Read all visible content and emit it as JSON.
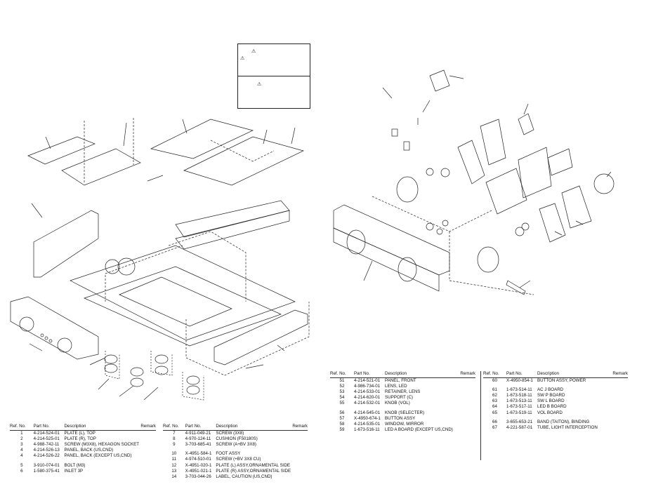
{
  "note_box": {
    "symbol": "⚠"
  },
  "tables": {
    "columns": {
      "ref": "Ref. No.",
      "part": "Part No.",
      "desc": "Description",
      "remark": "Remark"
    },
    "left_a": [
      {
        "ref": "1",
        "part": "4-214-524-01",
        "desc": "PLATE (L), TOP"
      },
      {
        "ref": "2",
        "part": "4-214-525-01",
        "desc": "PLATE (R), TOP"
      },
      {
        "ref": "3",
        "part": "4-988-742-11",
        "desc": "SCREW (M3X8), HEXAGON SOCKET"
      },
      {
        "ref": "4",
        "part": "4-214-526-13",
        "desc": "PANEL, BACK (US,CND)"
      },
      {
        "ref": "4",
        "part": "4-214-526-22",
        "desc": "PANEL, BACK (EXCEPT US,CND)"
      },
      {
        "gap": true
      },
      {
        "ref": "5",
        "part": "3-910-074-01",
        "desc": "BOLT (M3)"
      },
      {
        "ref": "6",
        "part": "1-580-375-41",
        "desc": "INLET 3P"
      }
    ],
    "left_b": [
      {
        "ref": "7",
        "part": "4-911-049-21",
        "desc": "SCREW (3X8)"
      },
      {
        "ref": "8",
        "part": "4-970-124-11",
        "desc": "CUSHION (F50180S)"
      },
      {
        "ref": "9",
        "part": "3-703-685-41",
        "desc": "SCREW (A+BV 3X8)"
      },
      {
        "gap": true
      },
      {
        "ref": "10",
        "part": "X-4951-584-1",
        "desc": "FOOT ASSY"
      },
      {
        "ref": "11",
        "part": "4-974-510-01",
        "desc": "SCREW (+BV 3X8 CU)"
      },
      {
        "ref": "12",
        "part": "X-4951-020-1",
        "desc": "PLATE (L) ASSY,ORNAMENTAL SIDE"
      },
      {
        "ref": "13",
        "part": "X-4951-021-1",
        "desc": "PLATE (R) ASSY,ORNAMENTAL SIDE"
      },
      {
        "ref": "14",
        "part": "3-703-044-26",
        "desc": "LABEL, CAUTION (US,CND)"
      }
    ],
    "right_a": [
      {
        "ref": "51",
        "part": "4-214-521-01",
        "desc": "PANEL, FRONT"
      },
      {
        "ref": "52",
        "part": "4-986-734-01",
        "desc": "LENS, LED"
      },
      {
        "ref": "53",
        "part": "4-214-533-01",
        "desc": "RETAINER, LENS"
      },
      {
        "ref": "54",
        "part": "4-214-620-01",
        "desc": "SUPPORT (C)"
      },
      {
        "ref": "55",
        "part": "4-214-532-01",
        "desc": "KNOB (VOL)"
      },
      {
        "gap": true
      },
      {
        "ref": "56",
        "part": "4-214-545-01",
        "desc": "KNOB (SELECTER)"
      },
      {
        "ref": "57",
        "part": "X-4950-674-1",
        "desc": "BUTTON ASSY"
      },
      {
        "ref": "58",
        "part": "4-214-535-01",
        "desc": "WINDOW, MIRROR"
      },
      {
        "ref": "59",
        "part": "1-673-516-11",
        "desc": "LED A BOARD (EXCEPT US,CND)"
      }
    ],
    "right_b": [
      {
        "ref": "60",
        "part": "X-4950-854-1",
        "desc": "BUTTON ASSY, POWER"
      },
      {
        "gap": true
      },
      {
        "ref": "61",
        "part": "1-673-514-11",
        "desc": "AC J BOARD"
      },
      {
        "ref": "62",
        "part": "1-673-518-11",
        "desc": "SW P BOARD"
      },
      {
        "ref": "63",
        "part": "1-673-513-11",
        "desc": "SW L BOARD"
      },
      {
        "ref": "64",
        "part": "1-673-517-11",
        "desc": "LED B BOARD"
      },
      {
        "ref": "65",
        "part": "1-673-519-11",
        "desc": "VOL BOARD"
      },
      {
        "gap": true
      },
      {
        "ref": "66",
        "part": "3-655-653-21",
        "desc": "BAND (TAITON), BINDING"
      },
      {
        "ref": "67",
        "part": "4-221-587-01",
        "desc": "TUBE, LIGHT INTERCEPTION"
      }
    ]
  }
}
